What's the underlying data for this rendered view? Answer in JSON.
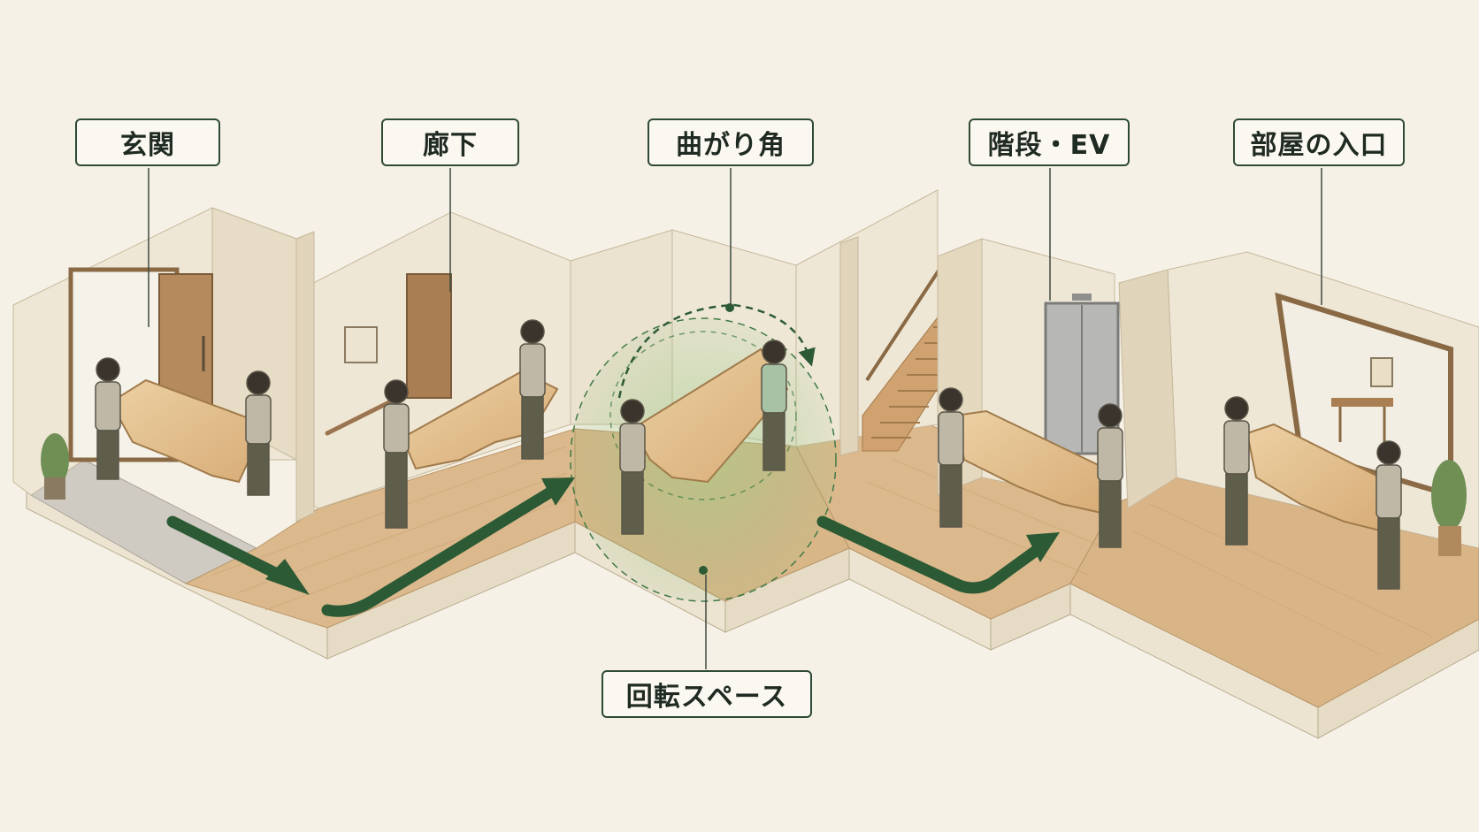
{
  "labels": {
    "entrance": "玄関",
    "hallway": "廊下",
    "corner": "曲がり角",
    "stairs_ev": "階段・EV",
    "room_entrance": "部屋の入口",
    "turning_space": "回転スペース"
  },
  "colors": {
    "background": "#f6f1e6",
    "label_border": "#2e4a35",
    "arrow": "#2c5a35",
    "turning_zone": "#8cbf7a",
    "floor": "#dcb98d",
    "wall": "#efe7d6",
    "table_wood": "#e3c08f"
  },
  "icons": [
    "route-arrow",
    "rotation-arc-icon",
    "mover-figure",
    "elevator-icon",
    "staircase"
  ]
}
